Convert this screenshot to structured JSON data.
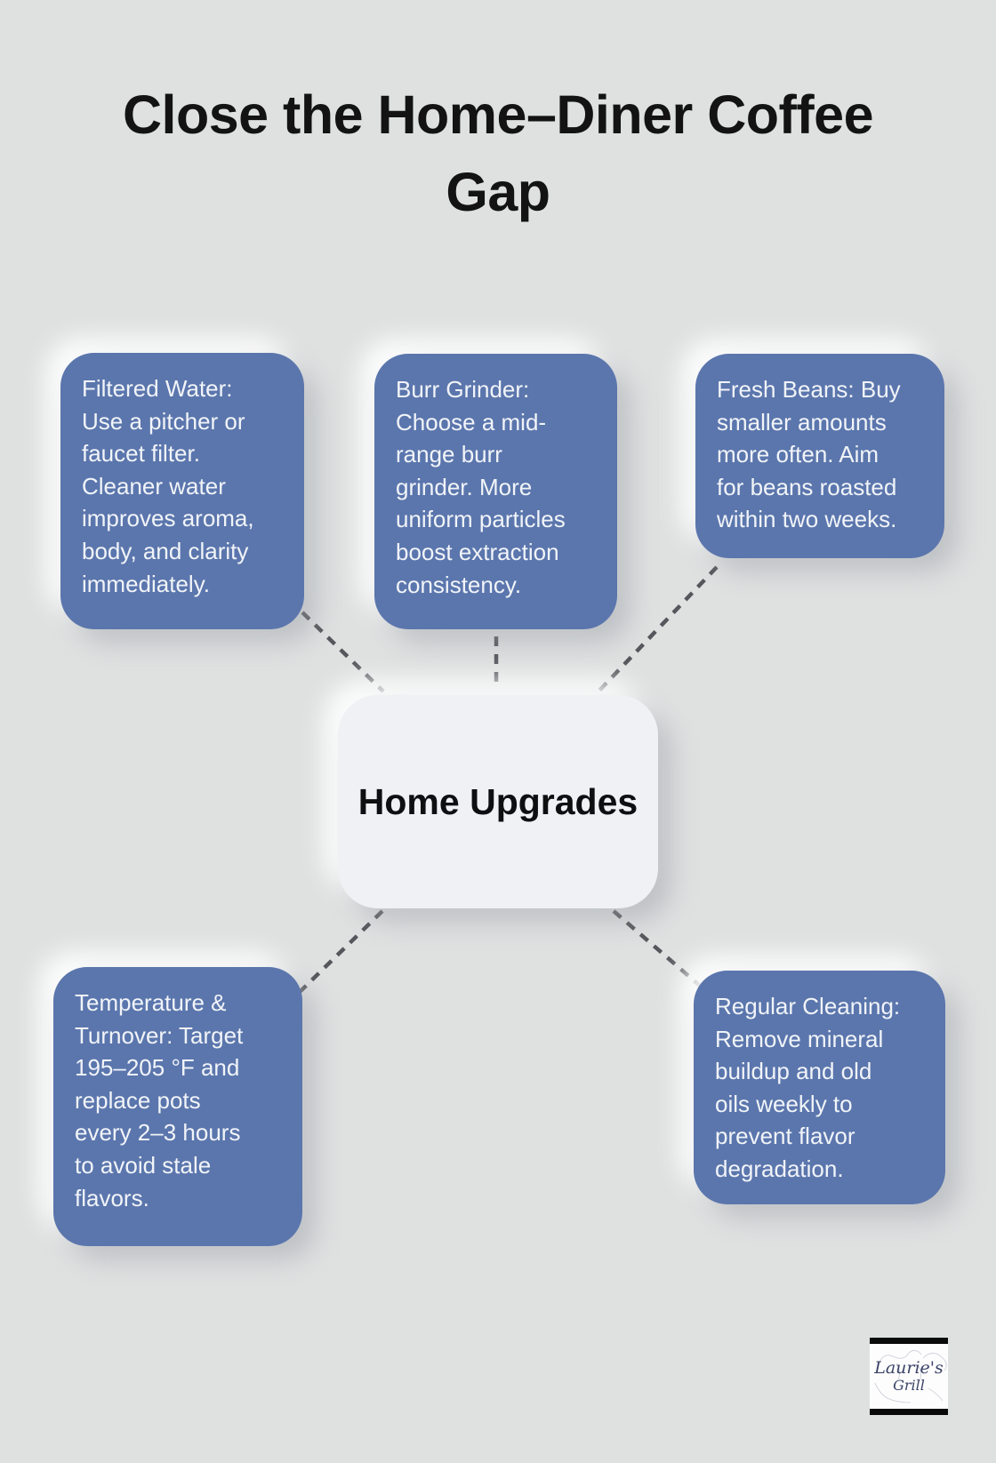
{
  "title": "Close the Home–Diner Coffee\nGap",
  "center": {
    "label": "Home Upgrades"
  },
  "nodes": {
    "filtered_water": {
      "text": "Filtered Water:\nUse a pitcher or\nfaucet filter.\nCleaner water\nimproves aroma,\nbody, and clarity\nimmediately."
    },
    "burr_grinder": {
      "text": "Burr Grinder:\nChoose a mid-\nrange burr\ngrinder. More\nuniform particles\nboost extraction\nconsistency."
    },
    "fresh_beans": {
      "text": "Fresh Beans: Buy\nsmaller amounts\nmore often. Aim\nfor beans roasted\nwithin two weeks."
    },
    "temperature_turnover": {
      "text": "Temperature &\nTurnover: Target\n195–205 °F and\nreplace pots\nevery 2–3 hours\nto avoid stale\nflavors."
    },
    "regular_cleaning": {
      "text": "Regular Cleaning:\nRemove mineral\nbuildup and old\noils weekly to\nprevent flavor\ndegradation."
    }
  },
  "logo": {
    "line1": "Laurie's",
    "line2": "Grill"
  },
  "colors": {
    "background": "#dfe1e1",
    "node_fill": "#5b76ad",
    "node_text": "#f1f4f8",
    "center_fill": "#eff1f4",
    "center_text": "#0e0f10",
    "title_text": "#131313",
    "connector": "#54585c",
    "logo_text": "#3a4366",
    "logo_bar": "#0a0a0a"
  }
}
